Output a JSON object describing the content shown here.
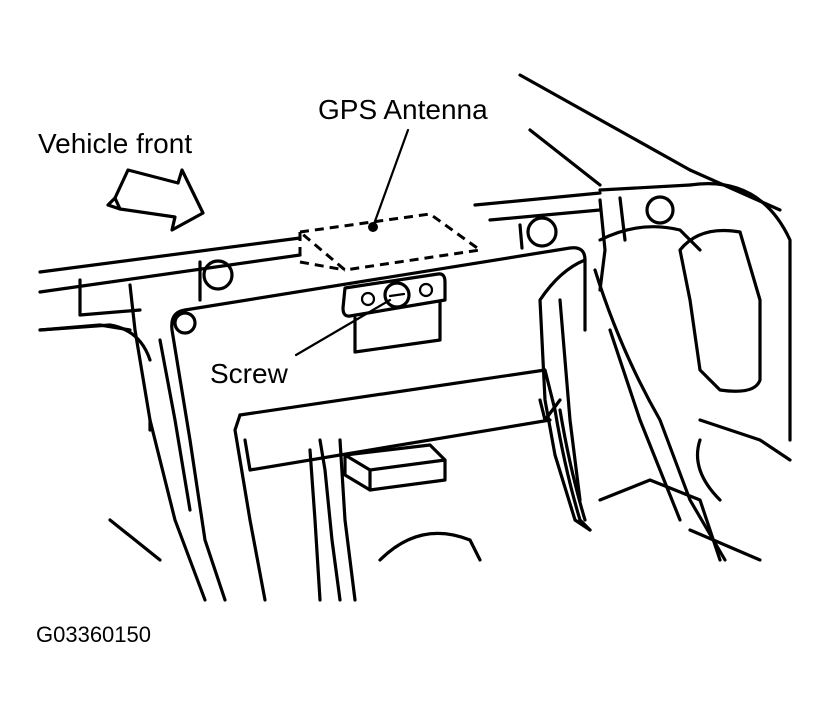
{
  "labels": {
    "vehicle_front": "Vehicle front",
    "gps_antenna": "GPS Antenna",
    "screw": "Screw"
  },
  "figure_code": "G03360150",
  "colors": {
    "line": "#000000",
    "background": "#ffffff"
  }
}
